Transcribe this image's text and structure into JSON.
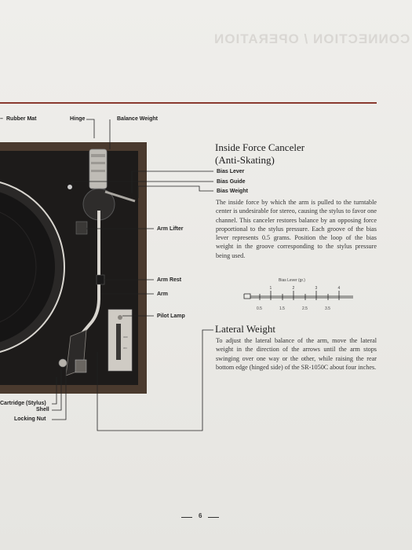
{
  "labels": {
    "rubber_mat": "Rubber Mat",
    "hinge": "Hinge",
    "balance_weight": "Balance Weight",
    "bias_lever": "Bias Lever",
    "bias_guide": "Bias Guide",
    "bias_weight": "Bias Weight",
    "arm_lifter": "Arm Lifter",
    "arm_rest": "Arm Rest",
    "arm": "Arm",
    "pilot_lamp": "Pilot Lamp",
    "cartridge": "Cartridge (Stylus)",
    "shell": "Shell",
    "locking_nut": "Locking Nut"
  },
  "section1": {
    "title_line1": "Inside Force Canceler",
    "title_line2": "(Anti-Skating)",
    "body": "The inside force by which the arm is pulled to the turntable center is undesirable for stereo, causing the stylus to favor one channel. This canceler restores balance by an opposing force proportional to the stylus pressure. Each groove of the bias lever represents 0.5 grams. Position the loop of the bias weight in the groove corresponding to the stylus pressure being used."
  },
  "scale": {
    "title": "Bias Lever (gr.)",
    "top_ticks": [
      "1",
      "2",
      "3",
      "4"
    ],
    "bottom_ticks": [
      "0.5",
      "1.5",
      "2.5",
      "3.5"
    ]
  },
  "section2": {
    "title": "Lateral Weight",
    "body": "To adjust the lateral balance of the arm, move the lateral weight in the direction of the arrows until the arm stops swinging over one way or the other, while raising the rear bottom edge (hinged side) of the SR-1050C about four inches."
  },
  "page_number": "6",
  "colors": {
    "accent_rule": "#8a3a2f",
    "paper": "#ecebe8",
    "cabinet": "#4a3a2e"
  }
}
